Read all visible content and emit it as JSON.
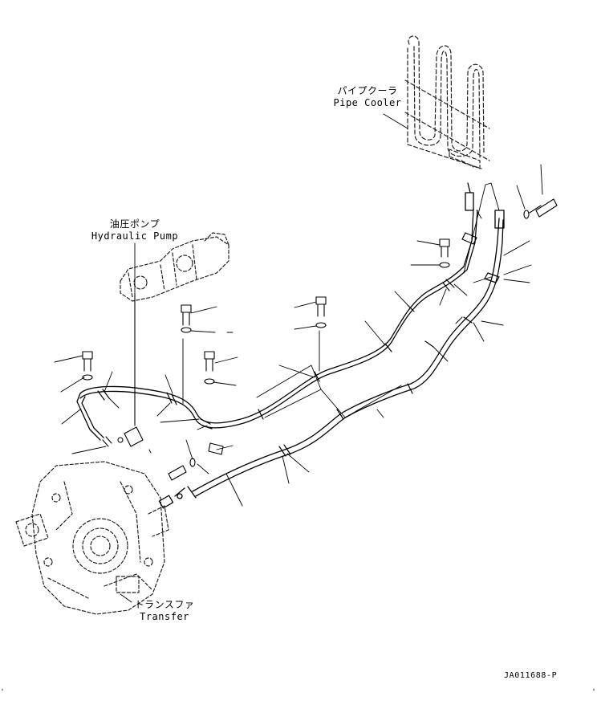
{
  "labels": {
    "pipe_cooler_jp": "パイプクーラ",
    "pipe_cooler_en": "Pipe Cooler",
    "hydraulic_pump_jp": "油圧ポンプ",
    "hydraulic_pump_en": "Hydraulic Pump",
    "transfer_jp": "トランスファ",
    "transfer_en": "Transfer"
  },
  "doc_id": "JA011688-P"
}
